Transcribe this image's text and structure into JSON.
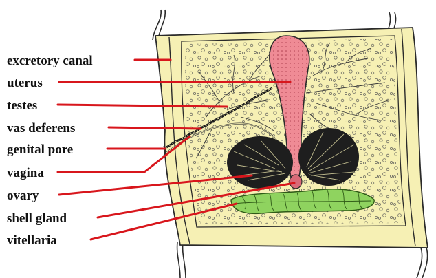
{
  "colors": {
    "background": "#ffffff",
    "segment_fill": "#f6f0b4",
    "outline": "#2a2a2a",
    "leader_line": "#d8161c",
    "uterus": "#ef8b95",
    "ovary": "#1e1e1e",
    "shell_gland": "#8fd35f",
    "vitellaria": "#c9c9a0"
  },
  "labels": [
    {
      "key": "excretory-canal",
      "text": "excretory canal"
    },
    {
      "key": "uterus",
      "text": "uterus"
    },
    {
      "key": "testes",
      "text": "testes"
    },
    {
      "key": "vas-deferens",
      "text": "vas deferens"
    },
    {
      "key": "genital-pore",
      "text": "genital pore"
    },
    {
      "key": "vagina",
      "text": "vagina"
    },
    {
      "key": "ovary",
      "text": "ovary"
    },
    {
      "key": "shell-gland",
      "text": "shell gland"
    },
    {
      "key": "vitellaria",
      "text": "vitellaria"
    }
  ]
}
